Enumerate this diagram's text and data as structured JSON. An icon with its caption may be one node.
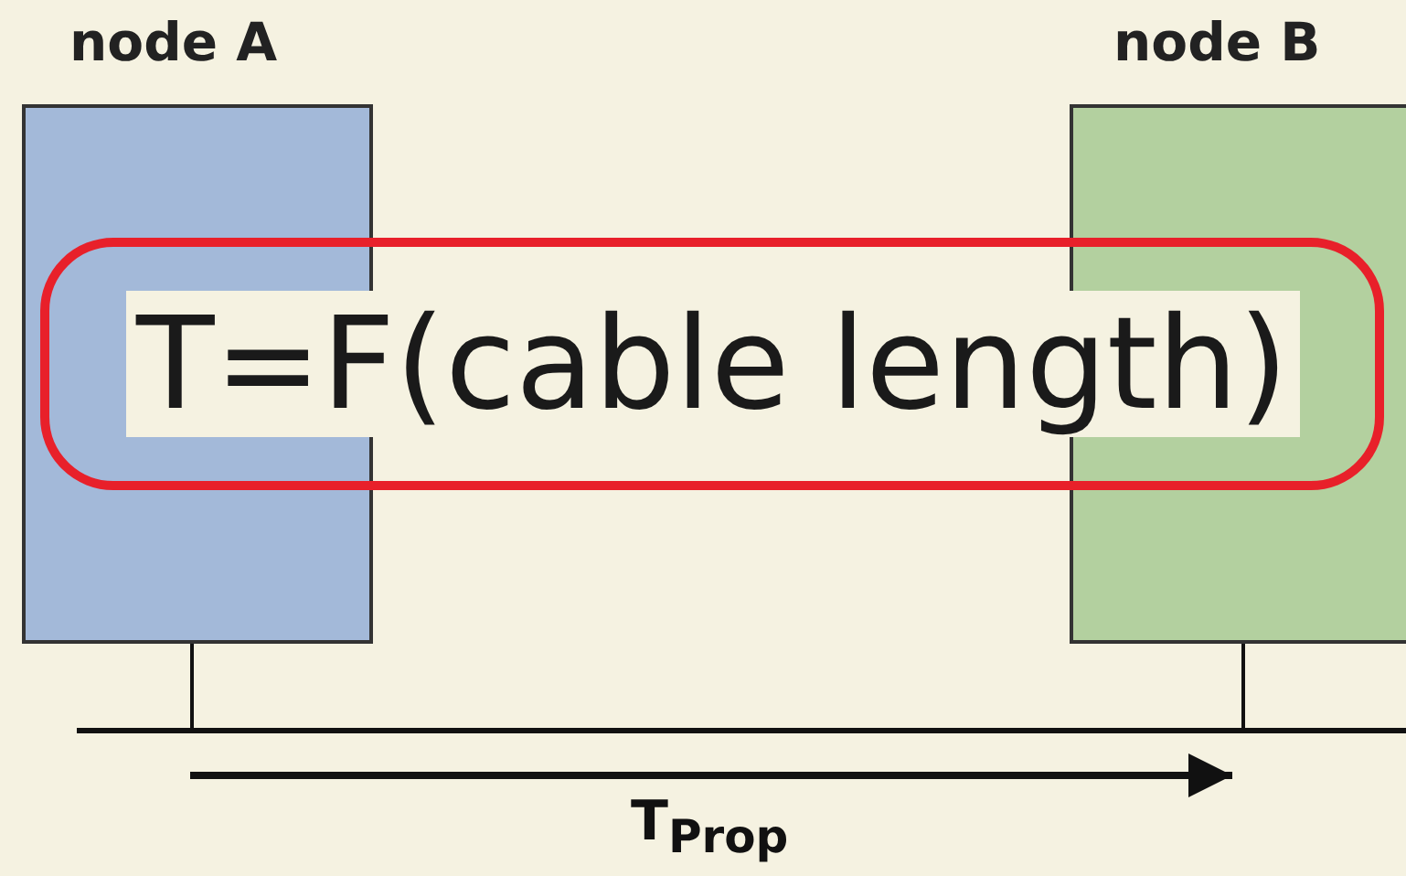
{
  "diagram": {
    "nodes": [
      {
        "text": [
          "node A"
        ]
      },
      {
        "text": [
          "node B"
        ]
      },
      {
        "text": [
          "T=F(cable length)"
        ]
      },
      {
        "text": [],
        "shape": "bar"
      }
    ],
    "edges": [
      {
        "from": 0,
        "to": 3,
        "arrow": "none"
      },
      {
        "from": 1,
        "to": 3,
        "arrow": "none"
      }
    ],
    "labels": [
      "T$_{Prop}$"
    ]
  }
}
